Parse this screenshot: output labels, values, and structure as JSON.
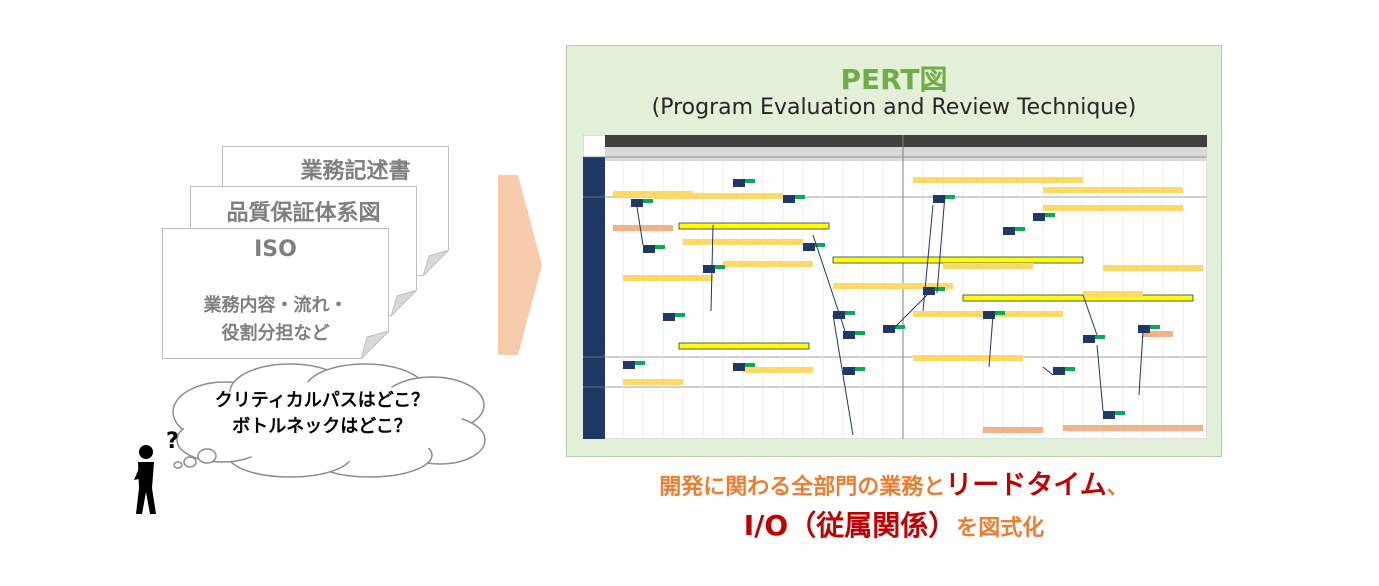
{
  "docs": {
    "back_title": "業務記述書",
    "middle_title": "品質保証体系図",
    "front_title": "ISO",
    "front_body_line1": "業務内容・流れ・",
    "front_body_line2": "役割分担など"
  },
  "thought": {
    "line1": "クリティカルパスはどこ？",
    "line2": "ボトルネックはどこ？",
    "mark": "?"
  },
  "pert": {
    "title": "PERT図",
    "subtitle": "(Program Evaluation and Review Technique)"
  },
  "caption": {
    "part1": "開発に関わる全部門の業務と",
    "part2": "リードタイム",
    "part3": "、",
    "part4": "I/O（従属関係）",
    "part5": "を図式化"
  },
  "colors": {
    "green": "#70ad47",
    "orange": "#ed7d31",
    "red": "#c00000",
    "arrow": "#f8cbad",
    "panel": "#e2efd9"
  }
}
